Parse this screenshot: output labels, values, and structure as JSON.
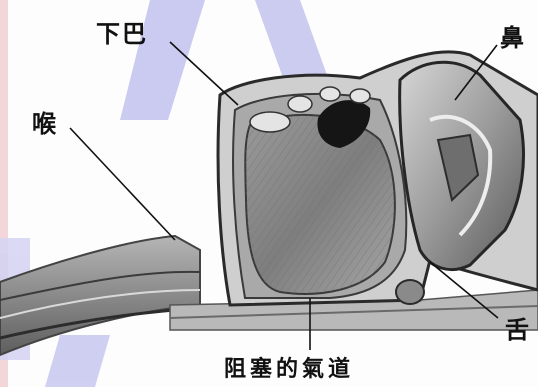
{
  "labels": {
    "jaw": "下巴",
    "nose": "鼻",
    "throat": "喉",
    "tongue": "舌",
    "caption": "阻塞的氣道"
  },
  "colors": {
    "watermark": "#b9b9ec",
    "tissue_light": "#c8c8c8",
    "tissue_mid": "#8e8e8e",
    "tissue_dark": "#3a3a3a",
    "airway": "#151515",
    "left_edge_stripe": "#f3d6da"
  }
}
